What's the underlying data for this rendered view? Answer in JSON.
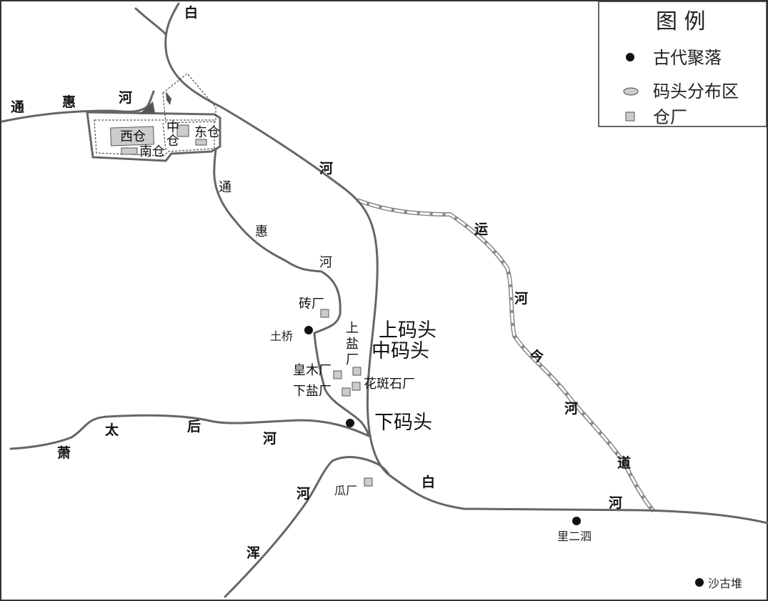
{
  "legend": {
    "title": "图 例",
    "items": [
      {
        "symbol": "dot",
        "label": "古代聚落"
      },
      {
        "symbol": "hatched-ellipse",
        "label": "码头分布区"
      },
      {
        "symbol": "square",
        "label": "仓厂"
      }
    ]
  },
  "rivers": {
    "bai_he": [
      "白",
      "河",
      "白"
    ],
    "tonghui_he_top": [
      "通",
      "惠",
      "河"
    ],
    "tonghui_he": [
      "通",
      "惠",
      "河"
    ],
    "xiaotaihou_he": [
      "萧",
      "太",
      "后",
      "河"
    ],
    "hun_he": [
      "浑",
      "河"
    ],
    "canal": [
      "运",
      "河",
      "今",
      "河",
      "道",
      "河"
    ]
  },
  "granaries": {
    "west": "西仓",
    "middle": "中\n仓",
    "middle_1": "中",
    "middle_2": "仓",
    "east": "东仓",
    "south": "南仓"
  },
  "settlements": [
    "土桥",
    "里二泗",
    "沙古堆"
  ],
  "factories": [
    "砖厂",
    "上",
    "盐",
    "厂",
    "皇木厂",
    "花斑石厂",
    "下盐厂",
    "瓜厂"
  ],
  "docks": [
    "上码头",
    "中码头",
    "下码头"
  ]
}
